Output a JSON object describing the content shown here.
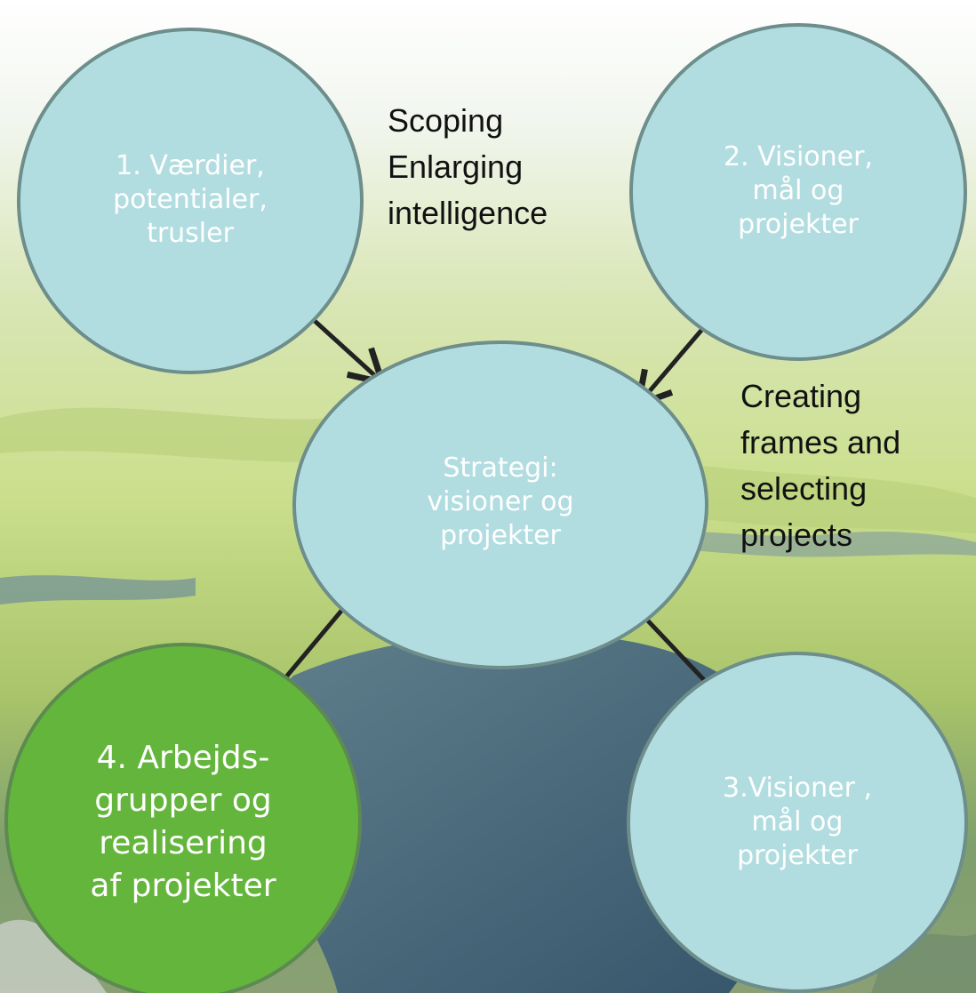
{
  "colors": {
    "circle_light": "#b2dde0",
    "circle_green": "#64b53c",
    "circle_border": "#6d8e8b",
    "arrow": "#222222"
  },
  "background": "aerial-wetland-landscape",
  "nodes": {
    "n1": "1. Værdier,\npotentialer,\ntrusler",
    "n2": "2. Visioner,\nmål og\nprojekter",
    "center": "Strategi:\nvisioner og\nprojekter",
    "n3": "3.Visioner ,\nmål og\nprojekter",
    "n4": "4. Arbejds-\ngrupper og\nrealisering\naf projekter"
  },
  "notes": {
    "scoping": "Scoping\nEnlarging\nintelligence",
    "creating": "Creating\nframes and\nselecting\nprojects"
  }
}
